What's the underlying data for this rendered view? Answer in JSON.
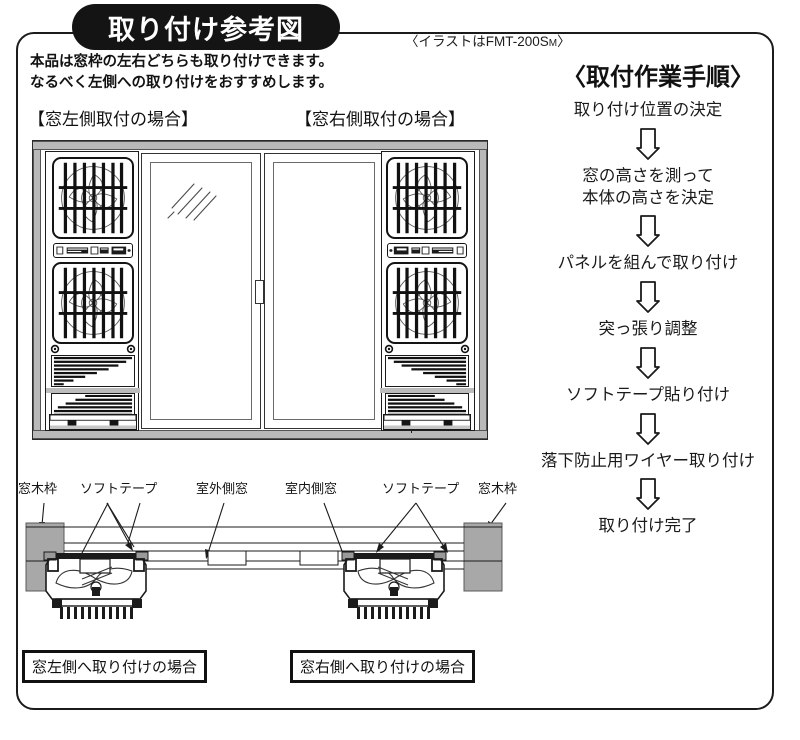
{
  "title": "取り付け参考図",
  "intro": {
    "line1": "本品は窓枠の左右どちらも取り付けできます。",
    "line2": "なるべく左側への取り付けをおすすめします。"
  },
  "model_note": {
    "prefix": "〈イラストは",
    "model": "FMT-200S",
    "suffix_small": "M",
    "close": "〉"
  },
  "case_headers": {
    "left": "【窓左側取付の場合】",
    "right": "【窓右側取付の場合】"
  },
  "procedure": {
    "title": "〈取付作業手順〉",
    "steps": [
      "取り付け位置の決定",
      "窓の高さを測って\n本体の高さを決定",
      "パネルを組んで取り付け",
      "突っ張り調整",
      "ソフトテープ貼り付け",
      "落下防止用ワイヤー取り付け",
      "取り付け完了"
    ]
  },
  "cross_section": {
    "labels": [
      "窓木枠",
      "ソフトテープ",
      "室外側窓",
      "室内側窓",
      "ソフトテープ",
      "窓木枠"
    ]
  },
  "captions": {
    "left": "窓左側へ取り付けの場合",
    "right": "窓右側へ取り付けの場合"
  },
  "colors": {
    "frame_gray": "#b9b9b9",
    "block_gray": "#a8a8a8",
    "ink": "#141414",
    "title_bg": "#141414",
    "title_fg": "#ffffff"
  }
}
